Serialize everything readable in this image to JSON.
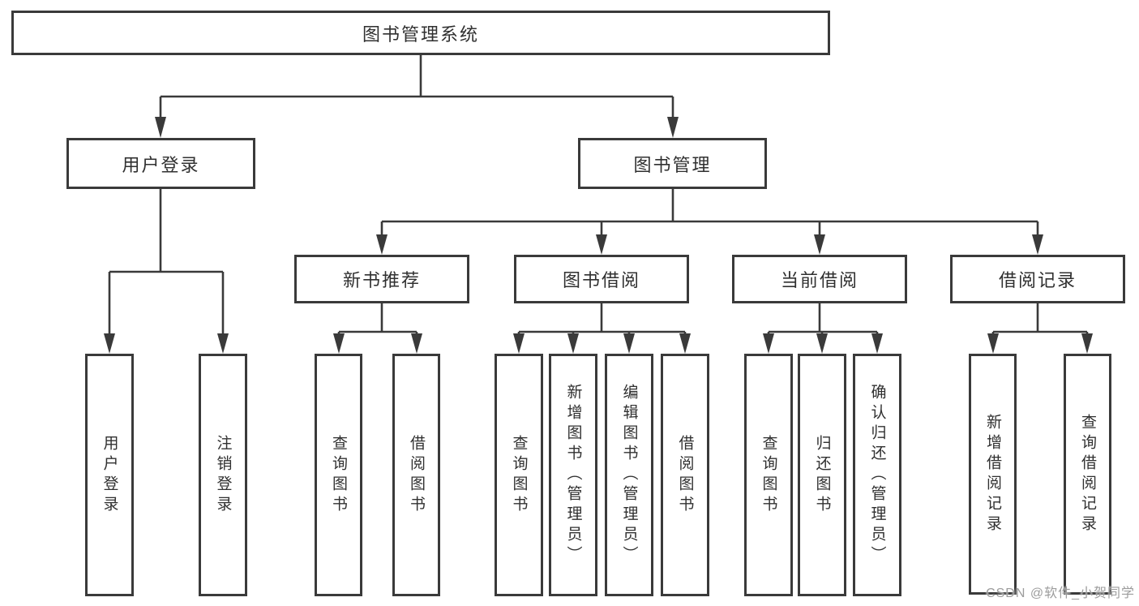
{
  "diagram": {
    "root": {
      "label": "图书管理系统"
    },
    "level2": [
      {
        "label": "用户登录"
      },
      {
        "label": "图书管理"
      }
    ],
    "level3": [
      {
        "label": "新书推荐"
      },
      {
        "label": "图书借阅"
      },
      {
        "label": "当前借阅"
      },
      {
        "label": "借阅记录"
      }
    ],
    "leaves": {
      "user_login": [
        "用户登录",
        "注销登录"
      ],
      "new_book_rec": [
        "查询图书",
        "借阅图书"
      ],
      "book_borrow": [
        "查询图书",
        "新增图书（管理员）",
        "编辑图书（管理员）",
        "借阅图书"
      ],
      "current_borrow": [
        "查询图书",
        "归还图书",
        "确认归还（管理员）"
      ],
      "borrow_record": [
        "新增借阅记录",
        "查询借阅记录"
      ]
    }
  },
  "watermark": "CSDN @软件_小贺同学",
  "colors": {
    "line": "#3a3a3a",
    "text": "#303030",
    "watermark": "#9c9c9c",
    "background": "#ffffff"
  }
}
